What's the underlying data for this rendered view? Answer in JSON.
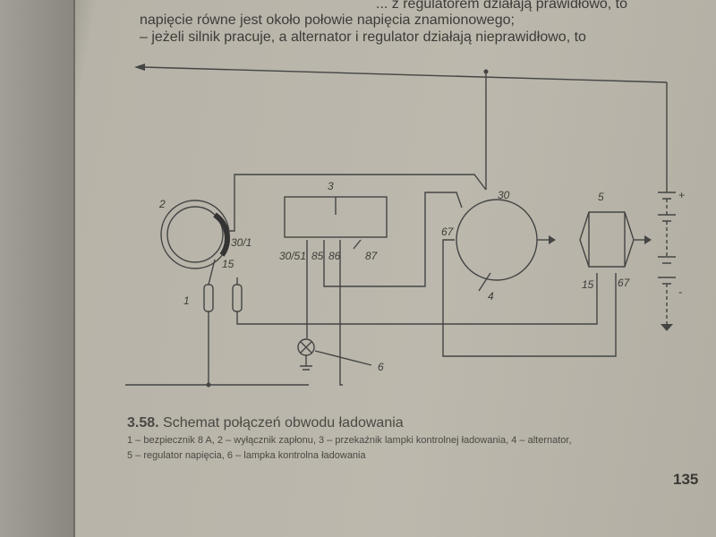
{
  "body_text": {
    "line1": "napięcie równe jest około połowie napięcia znamionowego;",
    "line0": "... z regulatorem działają prawidłowo, to",
    "line2": "– jeżeli silnik pracuje, a alternator i regulator działają nieprawidłowo, to"
  },
  "diagram": {
    "labels": {
      "n1": "1",
      "n2": "2",
      "n3": "3",
      "n4": "4",
      "n5": "5",
      "n6": "6"
    },
    "terminals": {
      "t30_1": "30/1",
      "t15": "15",
      "t30": "30",
      "t67": "67",
      "t30_51": "30/51",
      "t85": "85",
      "t86": "86",
      "t87": "87",
      "r15": "15",
      "r67": "67",
      "plus": "+",
      "minus": "-"
    }
  },
  "caption": {
    "number": "3.58.",
    "title": "Schemat połączeń obwodu ładowania"
  },
  "legend": {
    "line1": "1 – bezpiecznik 8 A, 2 – wyłącznik zapłonu, 3 – przekaźnik lampki kontrolnej ładowania, 4 – alternator,",
    "line2": "5 – regulator napięcia, 6 – lampka kontrolna ładowania"
  },
  "page_number": "135"
}
